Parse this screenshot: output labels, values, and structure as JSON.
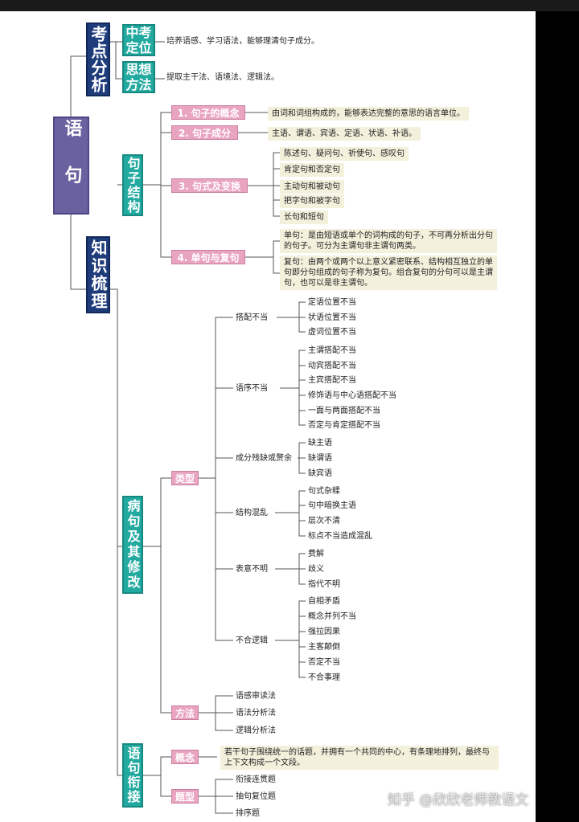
{
  "root": "语句",
  "sections": {
    "analysis": {
      "title": "考点分析",
      "items": [
        {
          "label": "中考定位",
          "text": "培养语感、学习语法，能够理清句子成分。"
        },
        {
          "label": "思想方法",
          "text": "提取主干法、语境法、逻辑法。"
        }
      ]
    },
    "knowledge": {
      "title": "知识梳理"
    }
  },
  "structure": {
    "title": "句子结构",
    "concept": {
      "label": "1. 句子的概念",
      "text": "由词和词组构成的，能够表达完整的意思的语言单位。"
    },
    "components": {
      "label": "2. 句子成分",
      "text": "主语、谓语、宾语、定语、状语、补语。"
    },
    "patterns": {
      "label": "3. 句式及变换",
      "items": [
        "陈述句、疑问句、祈使句、感叹句",
        "肯定句和否定句",
        "主动句和被动句",
        "把字句和被字句",
        "长句和短句"
      ]
    },
    "simple_complex": {
      "label": "4. 单句与复句",
      "simple": "单句：是由短语或单个的词构成的句子，不可再分析出分句的句子。可分为主谓句非主谓句两类。",
      "complex": "复句：由两个或两个以上意义紧密联系、结构相互独立的单句即分句组成的句子称为复句。组合复句的分句可以是主谓句，也可以是非主谓句。"
    }
  },
  "faulty": {
    "title": "病句及其修改",
    "types": {
      "label": "类型",
      "groups": [
        {
          "label": "搭配不当",
          "items": [
            "定语位置不当",
            "状语位置不当",
            "虚词位置不当"
          ]
        },
        {
          "label": "语序不当",
          "items": [
            "主谓搭配不当",
            "动宾搭配不当",
            "主宾搭配不当",
            "修饰语与中心语搭配不当",
            "一面与两面搭配不当",
            "否定与肯定搭配不当"
          ]
        },
        {
          "label": "成分残缺或赘余",
          "items": [
            "缺主语",
            "缺谓语",
            "缺宾语"
          ]
        },
        {
          "label": "结构混乱",
          "items": [
            "句式杂糅",
            "句中暗换主语",
            "层次不清",
            "标点不当造成混乱"
          ]
        },
        {
          "label": "表意不明",
          "items": [
            "费解",
            "歧义",
            "指代不明"
          ]
        },
        {
          "label": "不合逻辑",
          "items": [
            "自相矛盾",
            "概念并列不当",
            "强拉因果",
            "主客颠倒",
            "否定不当",
            "不合事理"
          ]
        }
      ]
    },
    "methods": {
      "label": "方法",
      "items": [
        "语感审读法",
        "语法分析法",
        "逻辑分析法"
      ]
    }
  },
  "cohesion": {
    "title": "语句衔接",
    "concept": {
      "label": "概念",
      "text": "若干句子围绕统一的话题，并拥有一个共同的中心，有条理地排列，最终与上下文构成一个文段。"
    },
    "question_types": {
      "label": "题型",
      "items": [
        "衔接连贯题",
        "抽句复位题",
        "排序题"
      ]
    }
  },
  "watermark": "知乎 @欣欣老师教语文"
}
